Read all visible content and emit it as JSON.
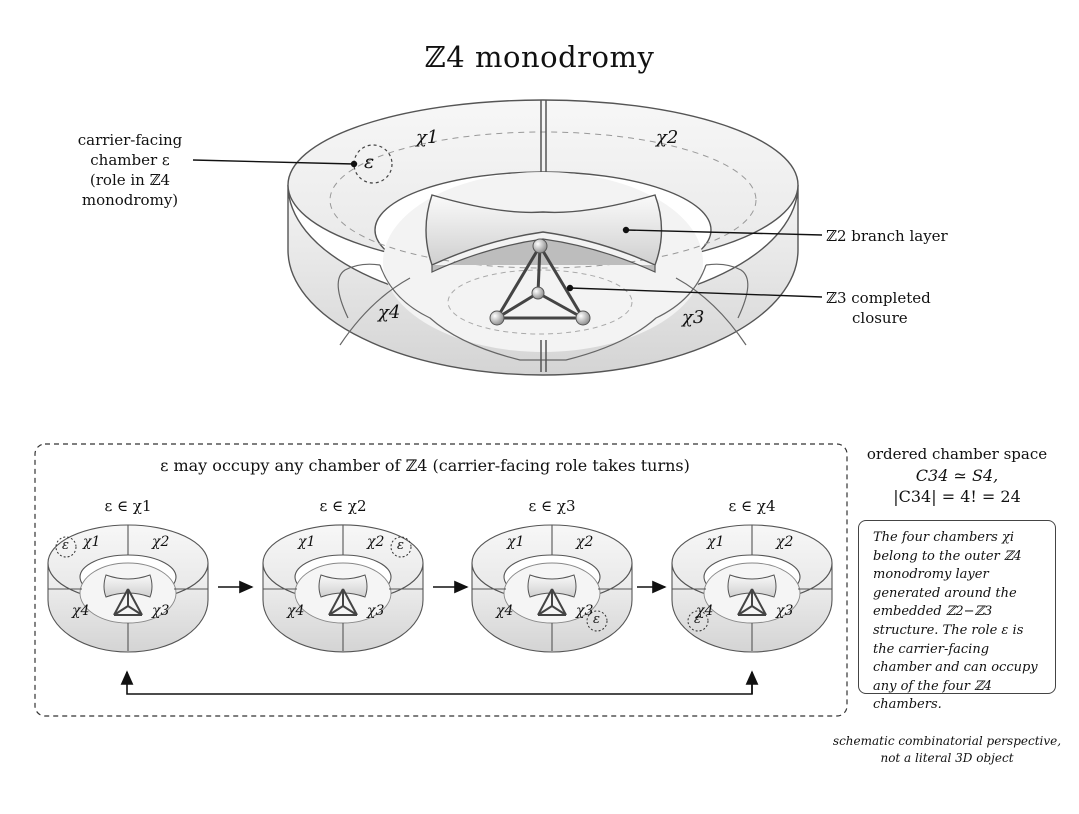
{
  "title": "ℤ4  monodromy",
  "main_diagram": {
    "chamber_labels": [
      "χ1",
      "χ2",
      "χ3",
      "χ4"
    ],
    "epsilon_symbol": "ε",
    "callout_carrier": {
      "line1": "carrier-facing",
      "line2": "chamber ε",
      "line3": "(role in ℤ4 monodromy)"
    },
    "callout_branch": "ℤ2 branch layer",
    "callout_closure": {
      "line1": "ℤ3 completed",
      "line2": "closure"
    }
  },
  "cycle_panel": {
    "title": "ε  may occupy any chamber of ℤ4 (carrier-facing role takes turns)",
    "states": [
      {
        "label": "ε ∈ χ1",
        "epsilon_in": 1
      },
      {
        "label": "ε ∈ χ2",
        "epsilon_in": 2
      },
      {
        "label": "ε ∈ χ3",
        "epsilon_in": 3
      },
      {
        "label": "ε ∈ χ4",
        "epsilon_in": 4
      }
    ],
    "mini_chamber_labels": [
      "χ1",
      "χ2",
      "χ3",
      "χ4"
    ]
  },
  "side_info": {
    "heading": "ordered chamber space",
    "formula1": "C34 ≃ S4,",
    "formula2": "|C34| = 4! = 24",
    "note": "The four chambers χi belong to the outer ℤ4 monodromy layer generated around the embedded ℤ2−ℤ3 structure. The role ε is the carrier-facing chamber and can occupy any of the four ℤ4 chambers."
  },
  "footnote": {
    "line1": "schematic combinatorial perspective,",
    "line2": "not a literal 3D object"
  }
}
